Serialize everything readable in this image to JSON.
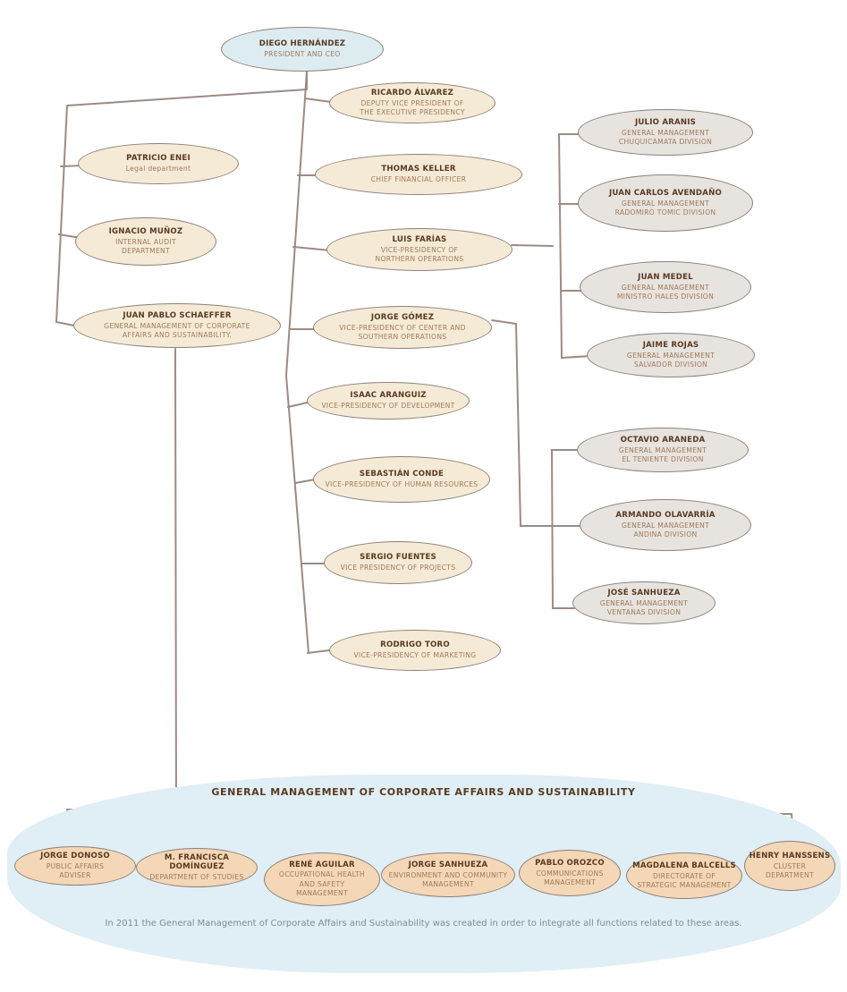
{
  "colors": {
    "line": "#9a8c84",
    "head_fill": "#dcecf1",
    "exec_fill": "#f5ead6",
    "division_fill": "#e7e3df",
    "corporate_fill": "#f4d7b7",
    "band_fill": "#e0eef5"
  },
  "ceo": {
    "name": "DIEGO HERNÁNDEZ",
    "title": "PRESIDENT AND CEO"
  },
  "staff": [
    {
      "name": "PATRICIO ENEI",
      "title": "Legal department"
    },
    {
      "name": "IGNACIO MUÑOZ",
      "title": "INTERNAL AUDIT DEPARTMENT"
    },
    {
      "name": "JUAN PABLO SCHAEFFER",
      "title": "GENERAL MANAGEMENT OF CORPORATE AFFAIRS AND SUSTAINABILITY."
    }
  ],
  "executives": [
    {
      "name": "RICARDO ÁLVAREZ",
      "title": "DEPUTY VICE PRESIDENT OF THE EXECUTIVE PRESIDENCY"
    },
    {
      "name": "THOMAS KELLER",
      "title": "CHIEF FINANCIAL OFFICER"
    },
    {
      "name": "LUIS FARÍAS",
      "title": "VICE-PRESIDENCY OF NORTHERN OPERATIONS"
    },
    {
      "name": "JORGE GÓMEZ",
      "title": "VICE-PRESIDENCY OF CENTER AND SOUTHERN OPERATIONS"
    },
    {
      "name": "ISAAC ARANGUIZ",
      "title": "VICE-PRESIDENCY OF DEVELOPMENT"
    },
    {
      "name": "SEBASTIÁN CONDE",
      "title": "VICE-PRESIDENCY OF HUMAN RESOURCES"
    },
    {
      "name": "SERGIO FUENTES",
      "title": "VICE PRESIDENCY OF PROJECTS"
    },
    {
      "name": "RODRIGO TORO",
      "title": "VICE-PRESIDENCY OF MARKETING"
    }
  ],
  "northern_divisions": [
    {
      "name": "JULIO ARANIS",
      "title": "GENERAL MANAGEMENT CHUQUICAMATA DIVISION"
    },
    {
      "name": "JUAN CARLOS AVENDAÑO",
      "title": "GENERAL MANAGEMENT RADOMIRO TOMIC DIVISION"
    },
    {
      "name": "JUAN MEDEL",
      "title": "GENERAL MANAGEMENT MINISTRO HALES DIVISION"
    },
    {
      "name": "JAIME ROJAS",
      "title": "GENERAL MANAGEMENT SALVADOR DIVISION"
    }
  ],
  "southern_divisions": [
    {
      "name": "OCTAVIO ARANEDA",
      "title": "GENERAL MANAGEMENT EL TENIENTE DIVISION"
    },
    {
      "name": "ARMANDO OLAVARRÍA",
      "title": "GENERAL MANAGEMENT ANDINA DIVISION"
    },
    {
      "name": "JOSÉ SANHUEZA",
      "title": "GENERAL MANAGEMENT VENTANAS DIVISION"
    }
  ],
  "corporate_affairs": {
    "heading": "GENERAL MANAGEMENT OF CORPORATE AFFAIRS AND SUSTAINABILITY",
    "units": [
      {
        "name": "JORGE DONOSO",
        "title": "PUBLIC AFFAIRS ADVISER"
      },
      {
        "name": "M. FRANCISCA DOMÍNGUEZ",
        "title": "DEPARTMENT OF STUDIES"
      },
      {
        "name": "RENÉ AGUILAR",
        "title": "OCCUPATIONAL HEALTH AND SAFETY MANAGEMENT"
      },
      {
        "name": "JORGE SANHUEZA",
        "title": "ENVIRONMENT AND COMMUNITY MANAGEMENT"
      },
      {
        "name": "PABLO OROZCO",
        "title": "COMMUNICATIONS MANAGEMENT"
      },
      {
        "name": "MAGDALENA BALCELLS",
        "title": "DIRECTORATE OF STRATEGIC MANAGEMENT"
      },
      {
        "name": "HENRY HANSSENS",
        "title": "CLUSTER DEPARTMENT"
      }
    ],
    "footnote": "In 2011 the General Management of Corporate Affairs and Sustainability was created in order to integrate all functions related to these areas."
  }
}
